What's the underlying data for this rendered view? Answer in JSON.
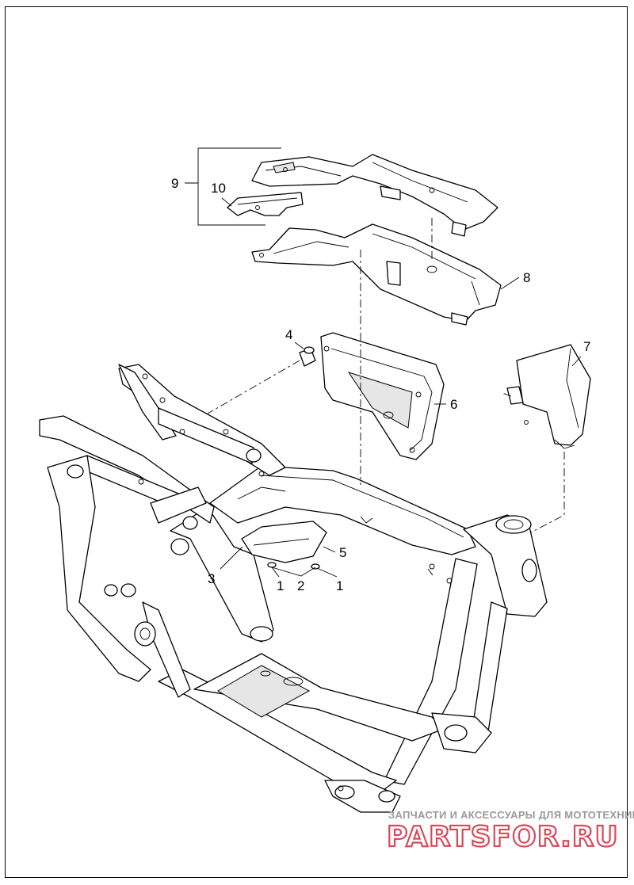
{
  "callouts": {
    "c1a": "1",
    "c1b": "1",
    "c2": "2",
    "c3": "3",
    "c4": "4",
    "c5": "5",
    "c6": "6",
    "c7": "7",
    "c8": "8",
    "c9": "9",
    "c10": "10"
  },
  "watermark": {
    "tagline": "ЗАПЧАСТИ И АКСЕССУАРЫ ДЛЯ МОТОТЕХНИКИ",
    "logo": "PARTSFOR.RU",
    "logo_color": "#d84a5a",
    "tagline_color": "#9a9a9a"
  }
}
